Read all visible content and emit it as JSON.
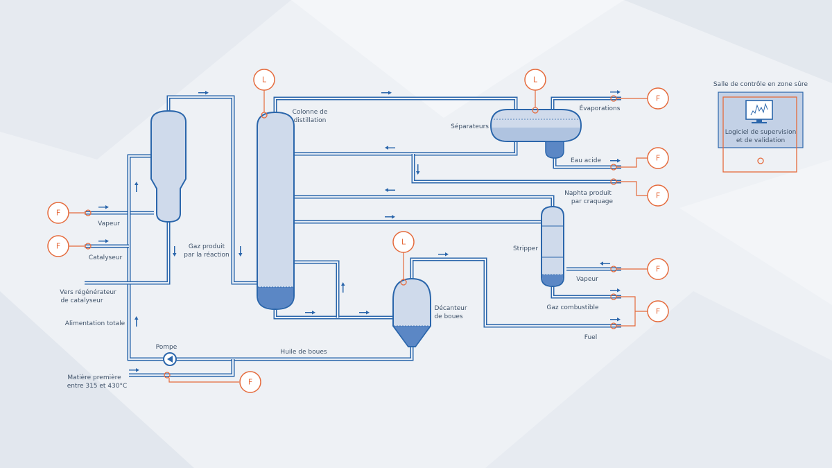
{
  "labels": {
    "vapeur_left": "Vapeur",
    "catalyseur": "Catalyseur",
    "vers_reg_1": "Vers régénérateur",
    "vers_reg_2": "de catalyseur",
    "alimentation": "Alimentation totale",
    "pompe": "Pompe",
    "matiere_1": "Matière première",
    "matiere_2": "entre 315 et 430°C",
    "gaz_produit_1": "Gaz produit",
    "gaz_produit_2": "par la réaction",
    "colonne_1": "Colonne de",
    "colonne_2": "distillation",
    "separateurs": "Séparateurs",
    "evaporations": "Évaporations",
    "eau_acide": "Eau acide",
    "naphta_1": "Naphta produit",
    "naphta_2": "par craquage",
    "stripper": "Stripper",
    "vapeur_right": "Vapeur",
    "gaz_combustible": "Gaz combustible",
    "fuel": "Fuel",
    "decanteur_1": "Décanteur",
    "decanteur_2": "de boues",
    "huile_boues": "Huile de boues"
  },
  "control_room": {
    "title": "Salle de contrôle en zone sûre",
    "software_1": "Logiciel de supervision",
    "software_2": "et de validation"
  },
  "instruments": {
    "flow": "F",
    "level": "L"
  },
  "colors": {
    "pipe": "#2b66ab",
    "vessel_fill": "#cfdaeb",
    "liquid": "#5b87c5",
    "signal": "#e56a3b",
    "background": "#eef1f5"
  }
}
